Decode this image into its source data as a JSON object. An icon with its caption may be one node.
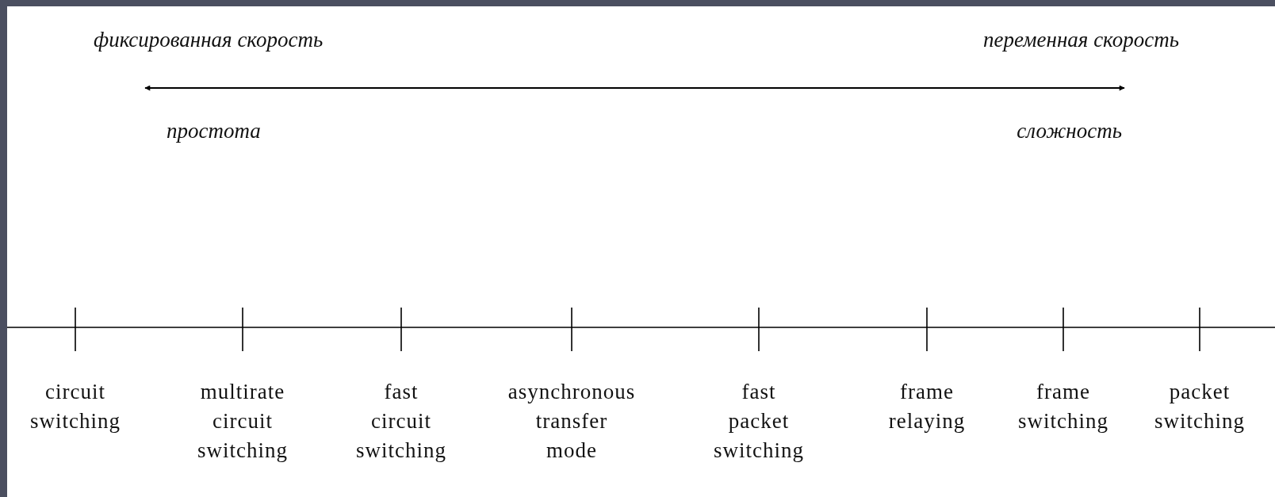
{
  "diagram": {
    "labels": [
      "фиксированная скорость",
      "переменная скорость",
      "простота",
      "сложность",
      "circuit switching",
      "multirate circuit switching",
      "fast circuit switching",
      "asynchronous transfer mode",
      "fast packet switching",
      "frame relaying",
      "frame switching",
      "packet switching"
    ]
  }
}
